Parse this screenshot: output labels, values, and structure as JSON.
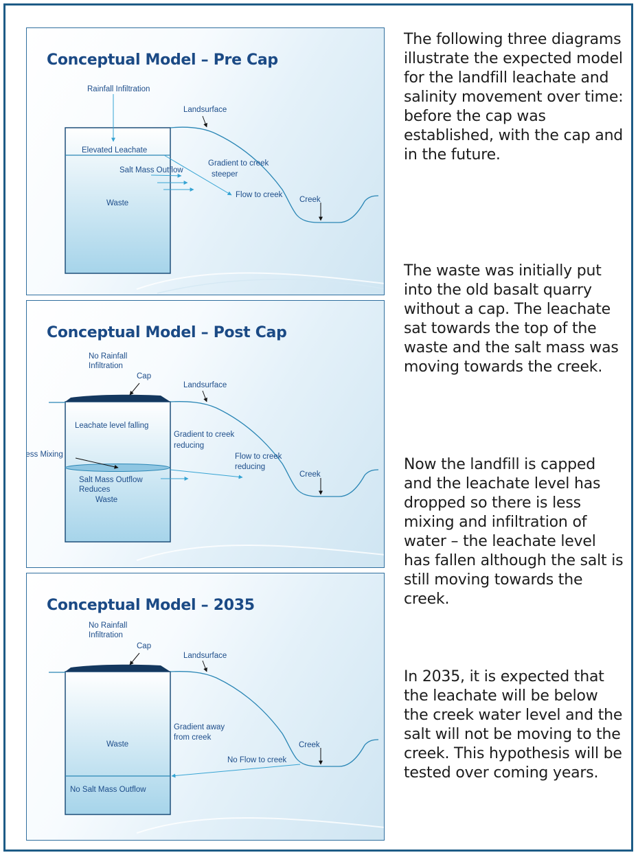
{
  "panels": [
    {
      "title": "Conceptual Model – Pre Cap",
      "labels": {
        "rainfall": "Rainfall Infiltration",
        "landsurface": "Landsurface",
        "elevated_leachate": "Elevated Leachate",
        "salt_mass_outflow": "Salt Mass Outflow",
        "gradient_line1": "Gradient to creek",
        "gradient_line2": "steeper",
        "flow": "Flow to creek",
        "creek": "Creek",
        "waste": "Waste"
      }
    },
    {
      "title": "Conceptual Model – Post Cap",
      "labels": {
        "no_rainfall_line1": "No Rainfall",
        "no_rainfall_line2": "Infiltration",
        "cap": "Cap",
        "landsurface": "Landsurface",
        "leachate_falling": "Leachate level falling",
        "gradient_line1": "Gradient to creek",
        "gradient_line2": "reducing",
        "less_mixing": "Less Mixing",
        "flow_line1": "Flow to creek",
        "flow_line2": "reducing",
        "creek": "Creek",
        "salt_line1": "Salt Mass Outflow",
        "salt_line2": "Reduces",
        "waste": "Waste"
      }
    },
    {
      "title": "Conceptual Model – 2035",
      "labels": {
        "no_rainfall_line1": "No Rainfall",
        "no_rainfall_line2": "Infiltration",
        "cap": "Cap",
        "landsurface": "Landsurface",
        "gradient_line1": "Gradient away",
        "gradient_line2": "from creek",
        "waste": "Waste",
        "creek": "Creek",
        "no_flow": "No Flow to creek",
        "no_salt": "No Salt Mass Outflow"
      }
    }
  ],
  "text": {
    "para1": "The following three diagrams illustrate the expected model for the landfill leachate and salinity movement over time: before the cap was established, with the cap and in the future.",
    "para2": "The waste was initially put into the old basalt quarry without a cap. The leachate sat towards the top of the waste and the salt mass was moving towards the creek.",
    "para3": "Now the landfill is capped and the leachate level has dropped so there is less mixing and infiltration of water – the leachate level has fallen although the salt is still moving towards the creek.",
    "para4": "In 2035, it is expected that the leachate will be below the creek water level and the salt will not be moving to the creek. This hypothesis will be tested over coming years."
  },
  "colors": {
    "frame": "#1d5b86",
    "title": "#1b4a85",
    "line": "#2a86b5",
    "cap": "#14385f"
  }
}
